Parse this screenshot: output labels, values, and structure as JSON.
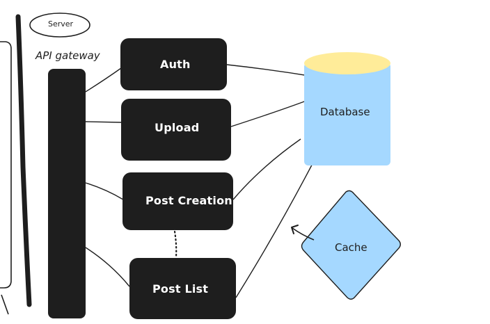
{
  "diagram": {
    "server_label": "Server",
    "gateway_label": "API gateway",
    "services": {
      "auth": "Auth",
      "upload": "Upload",
      "post_creation": "Post Creation",
      "post_list": "Post List"
    },
    "database_label": "Database",
    "cache_label": "Cache"
  },
  "colors": {
    "box_fill": "#1e1e1e",
    "db_body": "#a5d8ff",
    "db_top": "#ffec99",
    "cache_fill": "#a5d8ff",
    "stroke": "#1e1e1e"
  }
}
